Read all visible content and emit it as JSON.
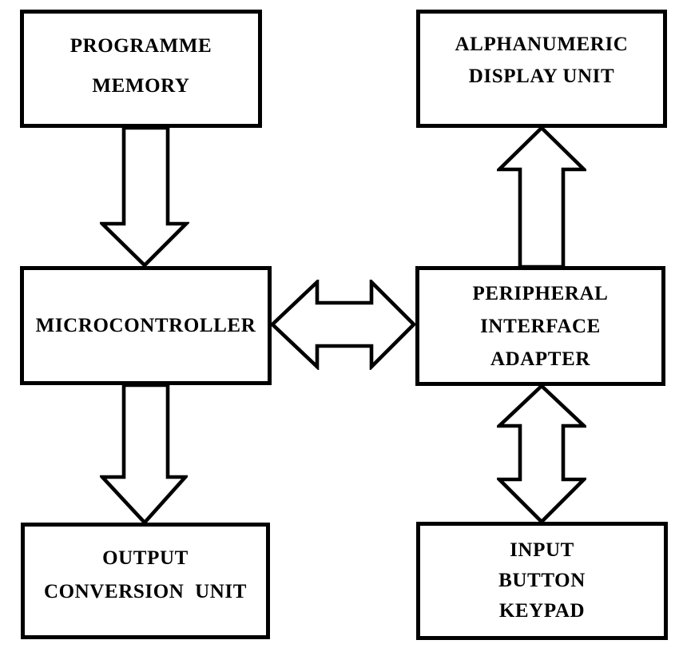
{
  "colors": {
    "stroke": "#000000",
    "fill": "#ffffff",
    "text": "#000000"
  },
  "boxes": {
    "programme_memory": {
      "lines": [
        "PROGRAMME",
        "MEMORY"
      ]
    },
    "alphanumeric_display": {
      "lines": [
        "ALPHANUMERIC",
        "DISPLAY UNIT"
      ]
    },
    "microcontroller": {
      "lines": [
        "MICROCONTROLLER"
      ]
    },
    "peripheral_interface_adapter": {
      "lines": [
        "PERIPHERAL",
        "INTERFACE",
        "ADAPTER"
      ]
    },
    "output_conversion": {
      "lines": [
        "OUTPUT",
        "CONVERSION  UNIT"
      ]
    },
    "input_keypad": {
      "lines": [
        "INPUT",
        "BUTTON",
        "KEYPAD"
      ]
    }
  },
  "connections": [
    {
      "from": "PROGRAMME MEMORY",
      "to": "MICROCONTROLLER",
      "type": "one-way",
      "direction": "down"
    },
    {
      "from": "PERIPHERAL INTERFACE ADAPTER",
      "to": "ALPHANUMERIC DISPLAY UNIT",
      "type": "one-way",
      "direction": "up"
    },
    {
      "from": "MICROCONTROLLER",
      "to": "PERIPHERAL INTERFACE ADAPTER",
      "type": "two-way",
      "direction": "horizontal"
    },
    {
      "from": "MICROCONTROLLER",
      "to": "OUTPUT CONVERSION UNIT",
      "type": "one-way",
      "direction": "down"
    },
    {
      "from": "PERIPHERAL INTERFACE ADAPTER",
      "to": "INPUT BUTTON KEYPAD",
      "type": "two-way",
      "direction": "vertical"
    }
  ]
}
